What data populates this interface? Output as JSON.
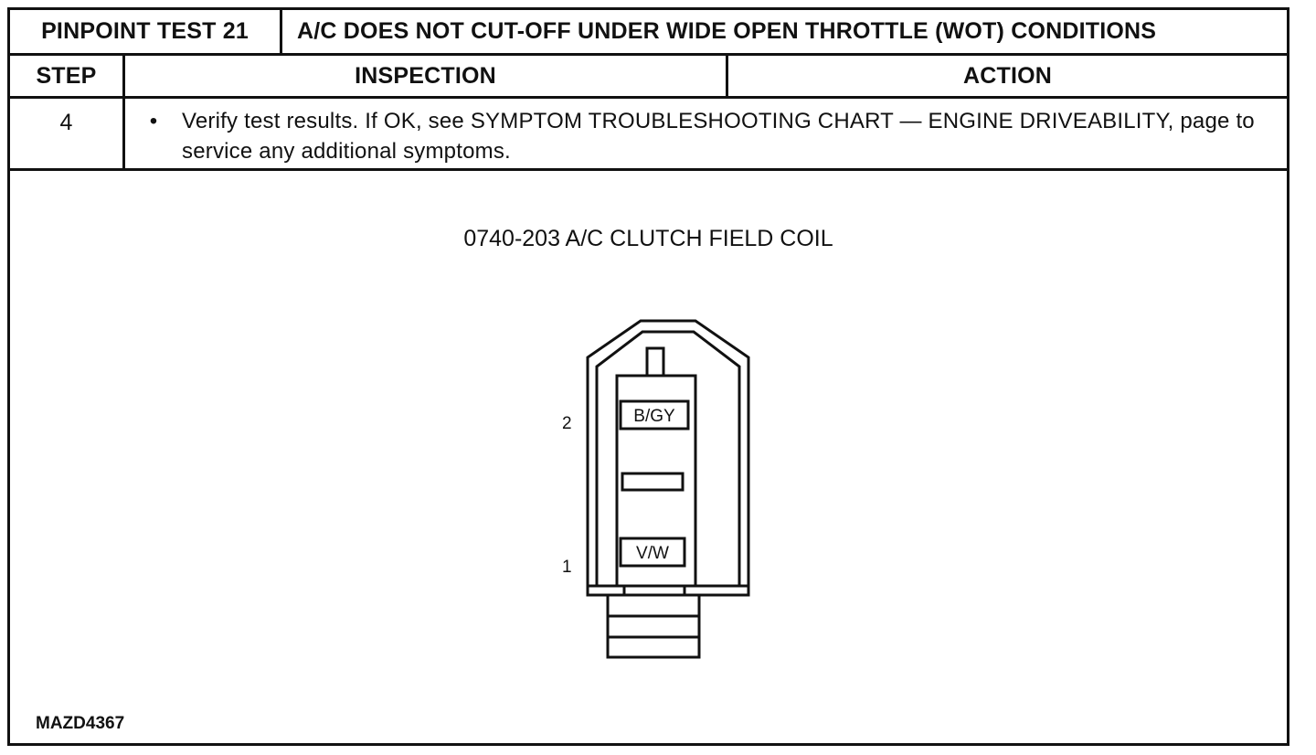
{
  "header": {
    "test_label": "PINPOINT TEST 21",
    "title": "A/C DOES NOT CUT-OFF UNDER WIDE OPEN THROTTLE (WOT) CONDITIONS"
  },
  "columns": {
    "step": "STEP",
    "inspection": "INSPECTION",
    "action": "ACTION"
  },
  "step_row": {
    "number": "4",
    "bullet": "•",
    "text": "Verify test results.  If OK, see SYMPTOM TROUBLESHOOTING CHART — ENGINE DRIVEABILITY, page to service any additional symptoms."
  },
  "figure": {
    "title": "0740-203 A/C CLUTCH FIELD COIL",
    "pins": [
      {
        "number": "2",
        "wire": "B/GY"
      },
      {
        "number": "1",
        "wire": "V/W"
      }
    ],
    "reference": "MAZD4367"
  }
}
